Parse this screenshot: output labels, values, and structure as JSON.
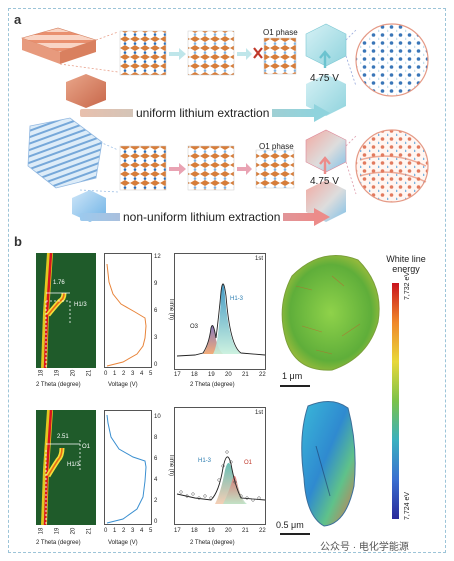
{
  "panel_a": {
    "label": "a",
    "row1": {
      "phase_label": "O1 phase",
      "voltage": "4.75 V",
      "caption": "uniform lithium extraction"
    },
    "row2": {
      "phase_label": "O1 phase",
      "voltage": "4.75 V",
      "caption": "non-uniform lithium extraction"
    }
  },
  "panel_b": {
    "label": "b",
    "heatmap_top": {
      "distance": "1.76",
      "peak": "H1/3",
      "xticks": [
        "18",
        "19",
        "20",
        "21"
      ],
      "xlabel": "2 Theta (degree)"
    },
    "heatmap_bottom": {
      "distance": "2.51",
      "peak1": "H1/3",
      "peak2": "O1",
      "xticks": [
        "18",
        "19",
        "20",
        "21"
      ],
      "xlabel": "2 Theta (degree)"
    },
    "voltage_top": {
      "yticks": [
        "0",
        "3",
        "6",
        "9",
        "12"
      ],
      "xticks": [
        "0",
        "1",
        "2",
        "3",
        "4",
        "5"
      ],
      "xlabel": "Voltage (V)",
      "ylabel": "Time (h)",
      "color": "#e8843a"
    },
    "voltage_bottom": {
      "yticks": [
        "0",
        "2",
        "4",
        "6",
        "8",
        "10"
      ],
      "xticks": [
        "0",
        "1",
        "2",
        "3",
        "4",
        "5"
      ],
      "xlabel": "Voltage (V)",
      "ylabel": "Time (h)",
      "color": "#3a8fd0"
    },
    "xrd_top": {
      "tag": "1st",
      "peak_left": "O3",
      "peak_right": "H1-3",
      "xticks": [
        "17",
        "18",
        "19",
        "20",
        "21",
        "22"
      ],
      "xlabel": "2 Theta (degree)"
    },
    "xrd_bottom": {
      "tag": "1st",
      "peak_left": "H1-3",
      "peak_right": "O1",
      "xticks": [
        "17",
        "18",
        "19",
        "20",
        "21",
        "22"
      ],
      "xlabel": "2 Theta (degree)"
    },
    "colorbar": {
      "title_line1": "White line",
      "title_line2": "energy",
      "max": "7,732 eV",
      "min": "7,724 eV"
    },
    "scale_top": "1 μm",
    "scale_bottom": "0.5 μm"
  },
  "watermark": "公众号 · 电化学能源"
}
